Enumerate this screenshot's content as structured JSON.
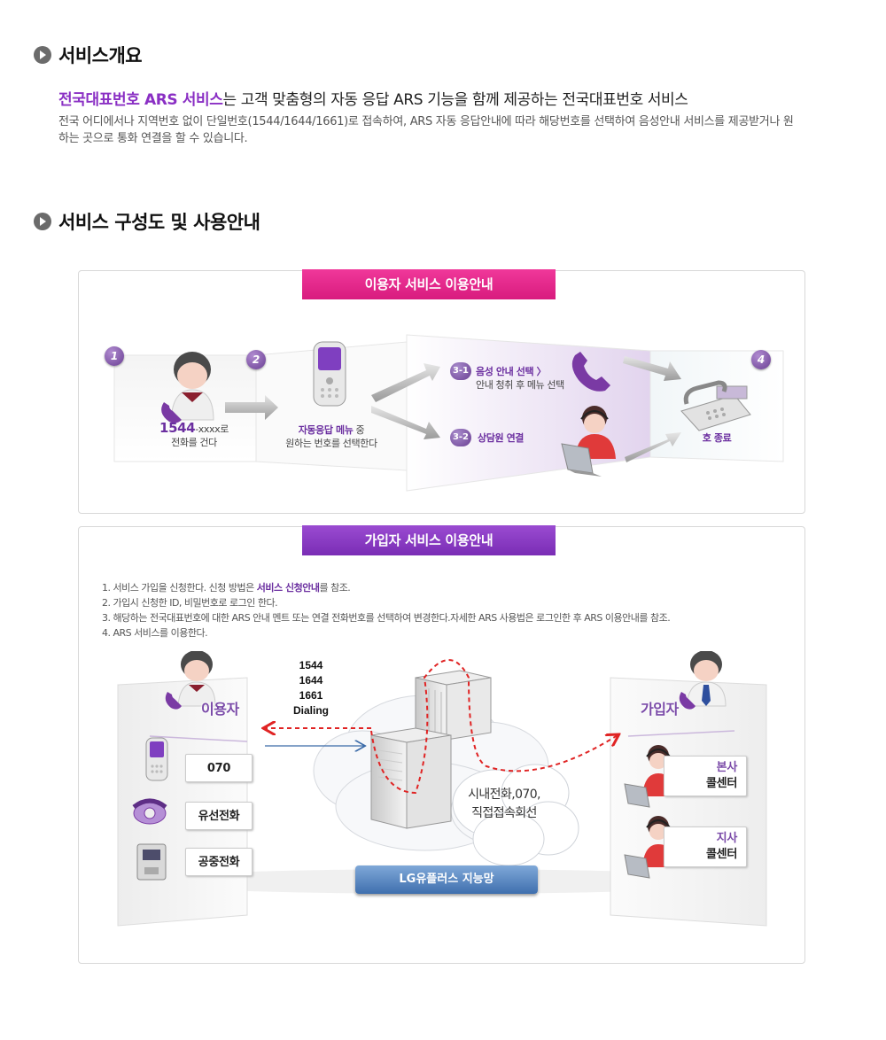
{
  "section1": {
    "title": "서비스개요",
    "lead_highlight": "전국대표번호 ARS 서비스",
    "lead_rest": "는 고객 맞춤형의 자동 응답 ARS 기능을 함께 제공하는 전국대표번호 서비스",
    "description": "전국 어디에서나 지역번호 없이 단일번호(1544/1644/1661)로 접속하여, ARS 자동 응답안내에 따라 해당번호를 선택하여 음성안내 서비스를 제공받거나 원하는 곳으로 통화 연결을 할 수 있습니다."
  },
  "section2": {
    "title": "서비스 구성도 및 사용안내"
  },
  "user_panel": {
    "tab": "이용자 서비스 이용안내",
    "badges": [
      "1",
      "2",
      "3-1",
      "3-2",
      "4"
    ],
    "step1_number": "1544",
    "step1_suffix": "-xxxx로",
    "step1_text": "전화를 건다",
    "step2_bold": "자동응답 메뉴",
    "step2_suffix": " 중",
    "step2_text": "원하는 번호를 선택한다",
    "step31_title": "음성 안내 선택 〉",
    "step31_text": "안내 청취 후 메뉴 선택",
    "step32_title": "상담원 연결",
    "step4_text": "호 종료"
  },
  "subscriber_panel": {
    "tab": "가입자 서비스 이용안내",
    "steps": {
      "s1_pre": "1. 서비스 가입을 신청한다. 신청 방법은 ",
      "s1_link": "서비스 신청안내",
      "s1_post": "를 참조.",
      "s2": "2. 가입시 신청한 ID, 비밀번호로 로그인 한다.",
      "s3": "3. 해당하는 전국대표번호에 대한 ARS 안내 멘트 또는 연결 전화번호를 선택하여 변경한다.자세한 ARS 사용법은 로그인한 후 ARS 이용안내를 참조.",
      "s4": "4. ARS 서비스를 이용한다."
    },
    "user_label": "이용자",
    "subscriber_label": "가입자",
    "dialing": [
      "1544",
      "1644",
      "1661",
      "Dialing"
    ],
    "devices": [
      "070",
      "유선전화",
      "공중전화"
    ],
    "network_cloud": [
      "시내전화,070,",
      "직접접속회선"
    ],
    "network_bar": "LG유플러스 지능망",
    "centers": [
      {
        "line1": "본사",
        "line2": "콜센터"
      },
      {
        "line1": "지사",
        "line2": "콜센터"
      }
    ]
  },
  "colors": {
    "accent_purple": "#8a2fc4",
    "tab_pink": "#e0278a",
    "tab_purple": "#8a3cc4",
    "network_blue": "#4f7fbf",
    "dash_red": "#e02424"
  }
}
